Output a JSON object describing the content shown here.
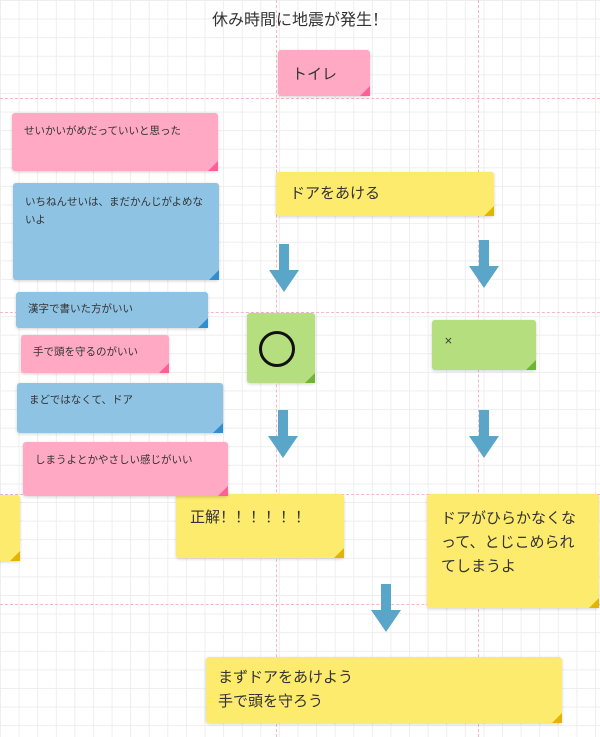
{
  "title": "休み時間に地震が発生！",
  "notes": {
    "toilet": "トイレ",
    "open_door": "ドアをあける",
    "circle": "○",
    "cross": "×",
    "correct": "正解！！！！！！",
    "door_stuck": "ドアがひらかなくなって、とじこめられてしまうよ",
    "conclusion_line1": "まずドアをあけよう",
    "conclusion_line2": "手で頭を守ろう"
  },
  "comments": [
    "せいかいがめだっていいと思った",
    "いちねんせいは、まだかんじがよめないよ",
    "漢字で書いた方がいい",
    "手で頭を守るのがいい",
    "まどではなくて、ドア",
    "しまうよとかやさしい感じがいい"
  ],
  "colors": {
    "pink": "#ffa9c4",
    "blue": "#8ec3e4",
    "yellow": "#fdeb6e",
    "green": "#b5df7e",
    "arrow": "#5aa6c9"
  }
}
